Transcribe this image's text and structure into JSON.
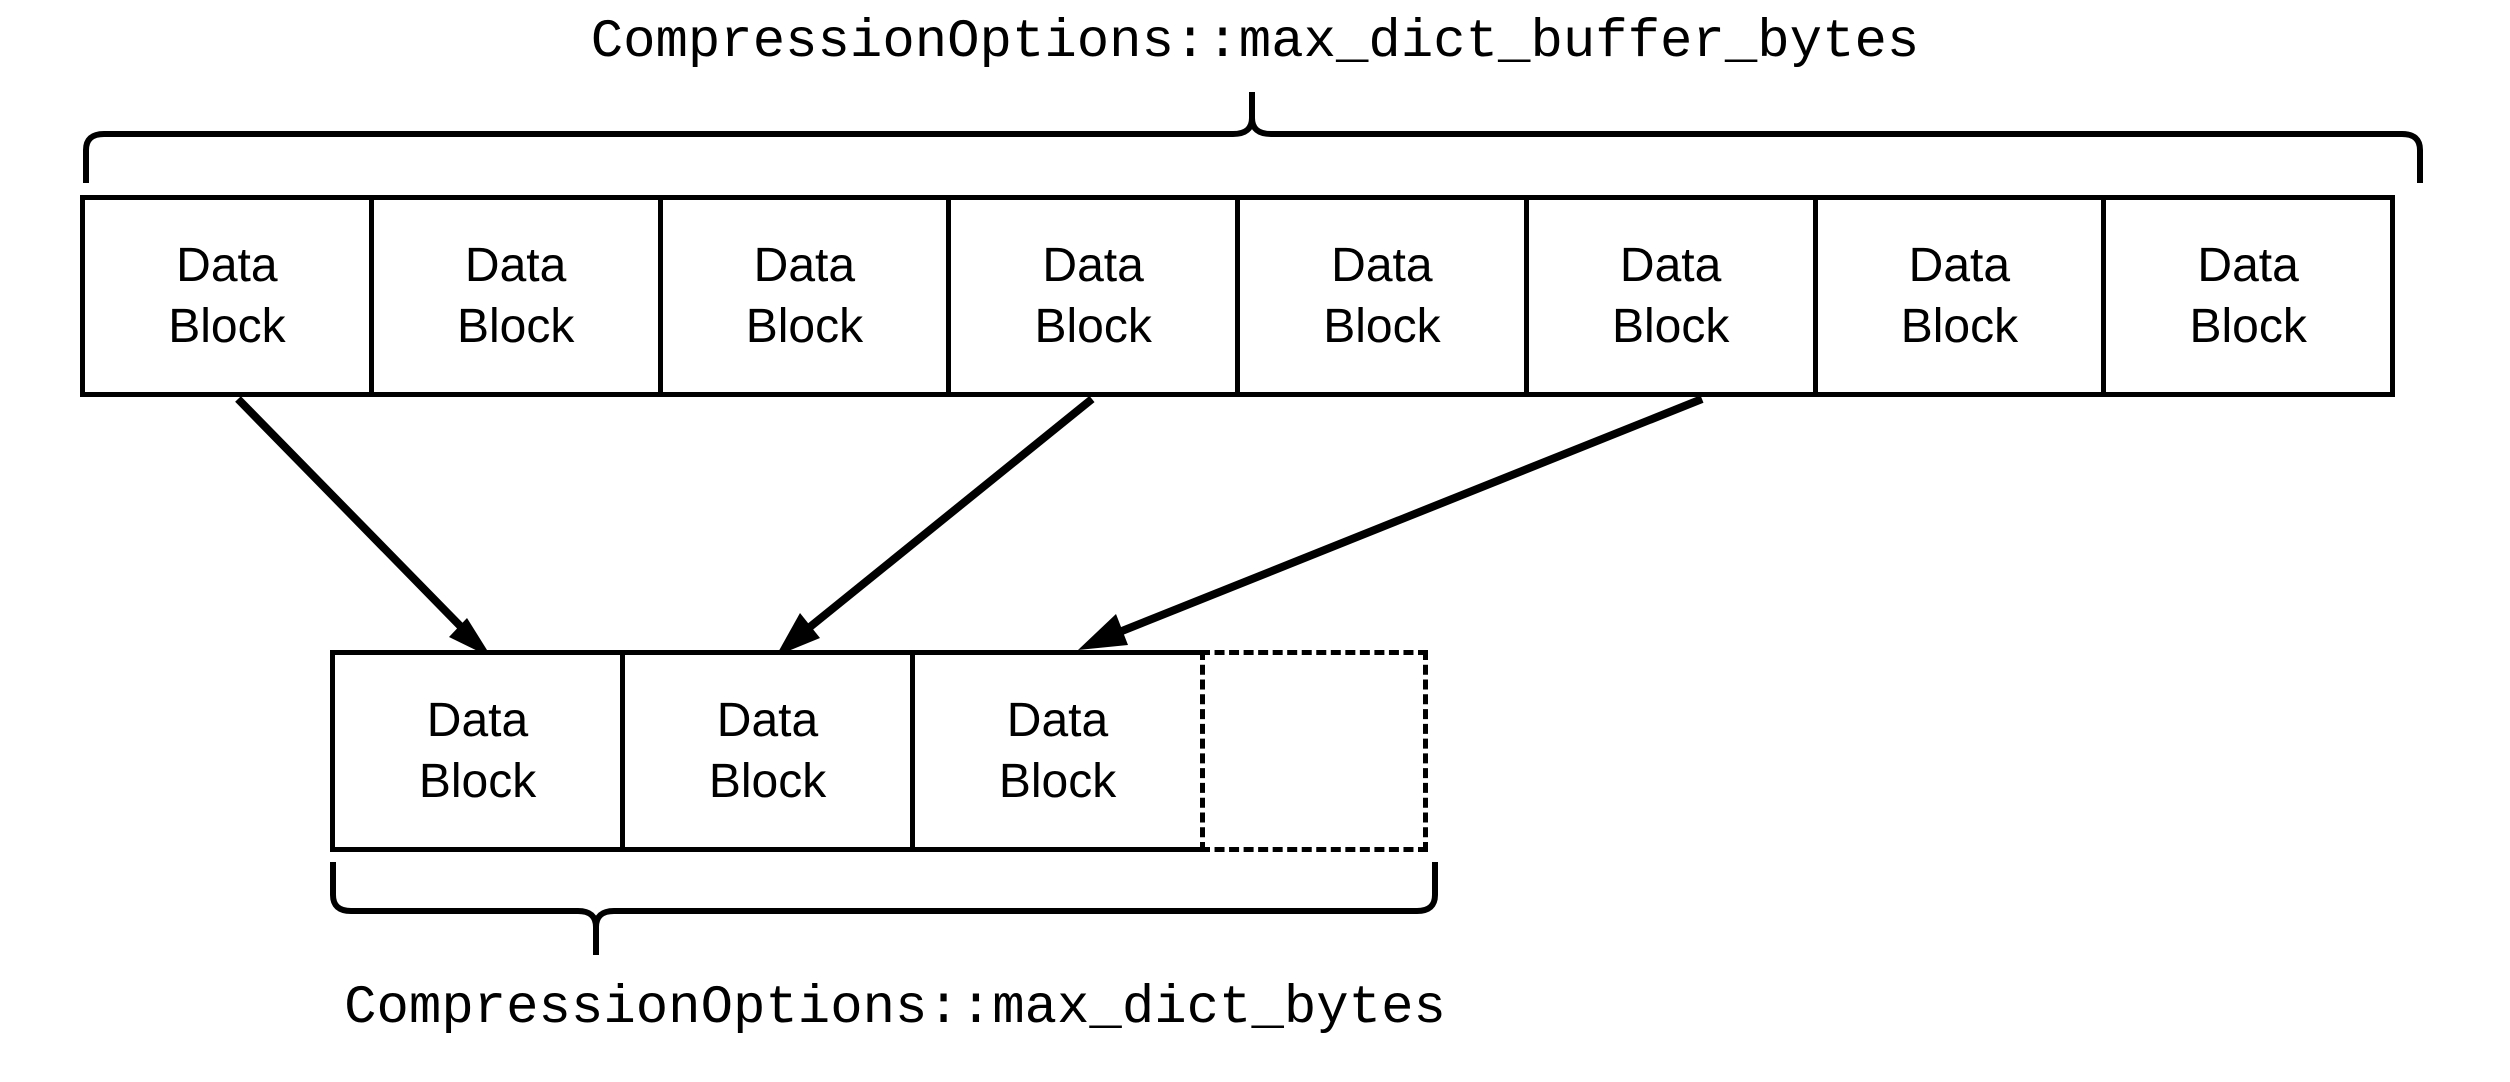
{
  "diagram": {
    "title": "CompressionOptions::max_dict_buffer_bytes",
    "bottom_label": "CompressionOptions::max_dict_bytes",
    "colors": {
      "background": "#ffffff",
      "stroke": "#000000",
      "text": "#000000"
    },
    "top_row": {
      "brace_label": "CompressionOptions::max_dict_buffer_bytes",
      "block_count": 8,
      "blocks": [
        {
          "line1": "Data",
          "line2": "Block"
        },
        {
          "line1": "Data",
          "line2": "Block"
        },
        {
          "line1": "Data",
          "line2": "Block"
        },
        {
          "line1": "Data",
          "line2": "Block"
        },
        {
          "line1": "Data",
          "line2": "Block"
        },
        {
          "line1": "Data",
          "line2": "Block"
        },
        {
          "line1": "Data",
          "line2": "Block"
        },
        {
          "line1": "Data",
          "line2": "Block"
        }
      ]
    },
    "bottom_row": {
      "brace_label": "CompressionOptions::max_dict_bytes",
      "solid_block_count": 3,
      "dashed_placeholder_count": 1,
      "blocks": [
        {
          "line1": "Data",
          "line2": "Block",
          "style": "solid"
        },
        {
          "line1": "Data",
          "line2": "Block",
          "style": "solid"
        },
        {
          "line1": "Data",
          "line2": "Block",
          "style": "solid"
        },
        {
          "line1": "",
          "line2": "",
          "style": "dashed"
        }
      ]
    },
    "arrows": [
      {
        "name": "arrow-block1-to-dict1",
        "from_block": 1,
        "to_block": 1
      },
      {
        "name": "arrow-block4-to-dict2",
        "from_block": 4,
        "to_block": 2
      },
      {
        "name": "arrow-block6-to-dict3",
        "from_block": 6,
        "to_block": 3
      }
    ]
  }
}
